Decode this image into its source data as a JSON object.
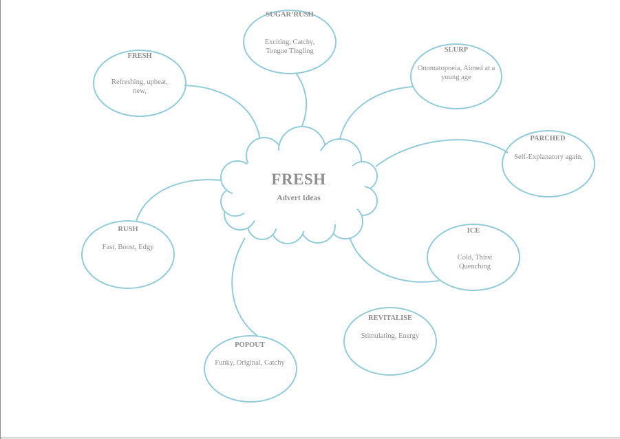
{
  "center": {
    "title": "FRESH",
    "subtitle": "Advert Ideas"
  },
  "colors": {
    "stroke": "#93cbd9",
    "text": "#8c8c8c",
    "frame": "#8a8a8a"
  },
  "ideas": [
    {
      "id": "sugar-rush",
      "title": "SUGAR’RUSH",
      "description": "Exciting, Catchy, Tongue Tingling"
    },
    {
      "id": "fresh",
      "title": "FRESH",
      "description": "Refreshing, upbeat, new,"
    },
    {
      "id": "slurp",
      "title": "SLURP",
      "description": "Onomatopoeia, Aimed at a young age"
    },
    {
      "id": "parched",
      "title": "PARCHED",
      "description": "Self-Explanatory again,"
    },
    {
      "id": "rush",
      "title": "RUSH",
      "description": "Fast, Boost, Edgy"
    },
    {
      "id": "ice",
      "title": "ICE",
      "description": "Cold, Thirst Quenching"
    },
    {
      "id": "revitalise",
      "title": "REVITALISE",
      "description": "Stimulating, Energy"
    },
    {
      "id": "popout",
      "title": "POPOUT",
      "description": "Funky, Original, Catchy"
    }
  ]
}
